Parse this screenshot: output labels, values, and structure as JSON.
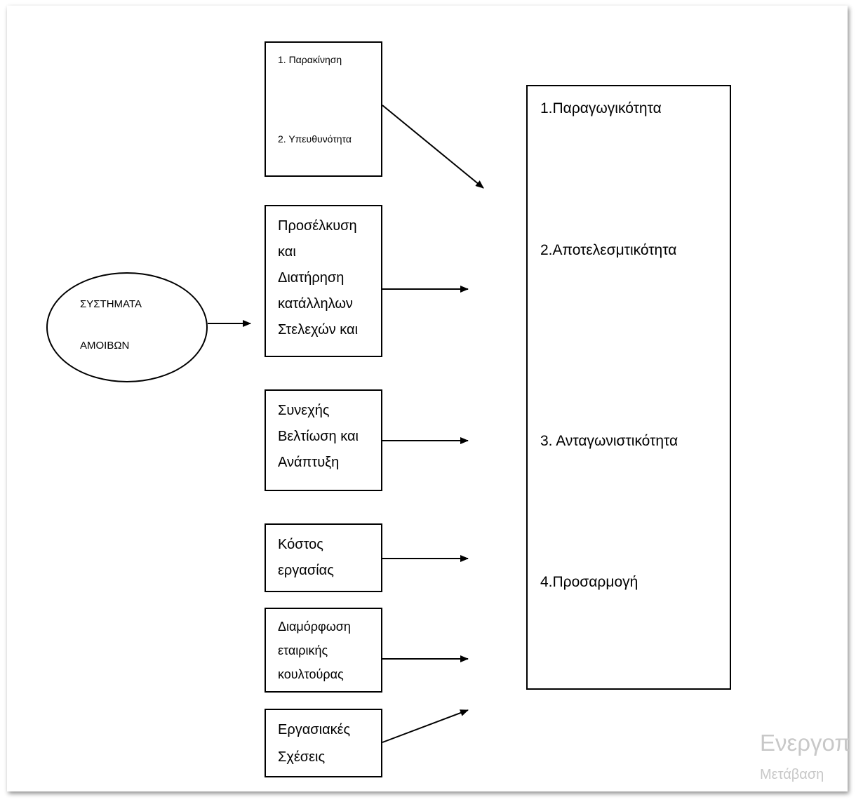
{
  "center": {
    "line1": "ΣΥΣΤΗΜΑΤΑ",
    "line2": "ΑΜΟΙΒΩΝ"
  },
  "boxes": {
    "motivation": {
      "item1": "1. Παρακίνηση",
      "item2": "2. Υπευθυνότητα"
    },
    "attraction": {
      "lines": [
        "Προσέλκυση",
        "και",
        "Διατήρηση",
        "κατάλληλων",
        "Στελεχών και"
      ]
    },
    "improvement": {
      "lines": [
        "Συνεχής",
        "Βελτίωση και",
        "Ανάπτυξη"
      ]
    },
    "cost": {
      "lines": [
        "Κόστος",
        "εργασίας"
      ]
    },
    "culture": {
      "lines": [
        "Διαμόρφωση",
        "εταιρικής",
        "κουλτούρας"
      ]
    },
    "relations": {
      "lines": [
        "Εργασιακές",
        "Σχέσεις"
      ]
    }
  },
  "outcomes": {
    "o1": "1.Παραγωγικότητα",
    "o2": "2.Αποτελεσμτικότητα",
    "o3": "3. Ανταγωνιστικότητα",
    "o4": "4.Προσαρμογή"
  },
  "watermark": {
    "line1": "Ενεργοπ",
    "line2": "Μετάβαση"
  }
}
